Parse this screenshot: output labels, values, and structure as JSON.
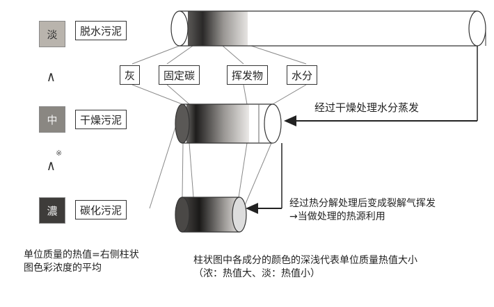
{
  "levels": [
    {
      "swatch": "淡",
      "label": "脱水污泥"
    },
    {
      "swatch": "中",
      "label": "干燥污泥"
    },
    {
      "swatch": "濃",
      "label": "碳化污泥"
    }
  ],
  "comparators": {
    "first": "∧",
    "second": "∧",
    "mark": "※"
  },
  "components": [
    "灰",
    "固定碳",
    "挥发物",
    "水分"
  ],
  "notes": {
    "drying": "经过干燥处理水分蒸发",
    "pyrolysis": "经过热分解处理后变成裂解气挥发→当做处理的热源利用",
    "heat_value": "单位质量的热值=右侧柱状图色彩浓度的平均",
    "legend": "柱状图中各成分的颜色的深浅代表单位质量热值大小（浓：热值大、淡：热值小）"
  },
  "colors": {
    "light": "#b9b4ad",
    "medium": "#8a8782",
    "dark": "#3e3c3a",
    "outline": "#333333"
  }
}
